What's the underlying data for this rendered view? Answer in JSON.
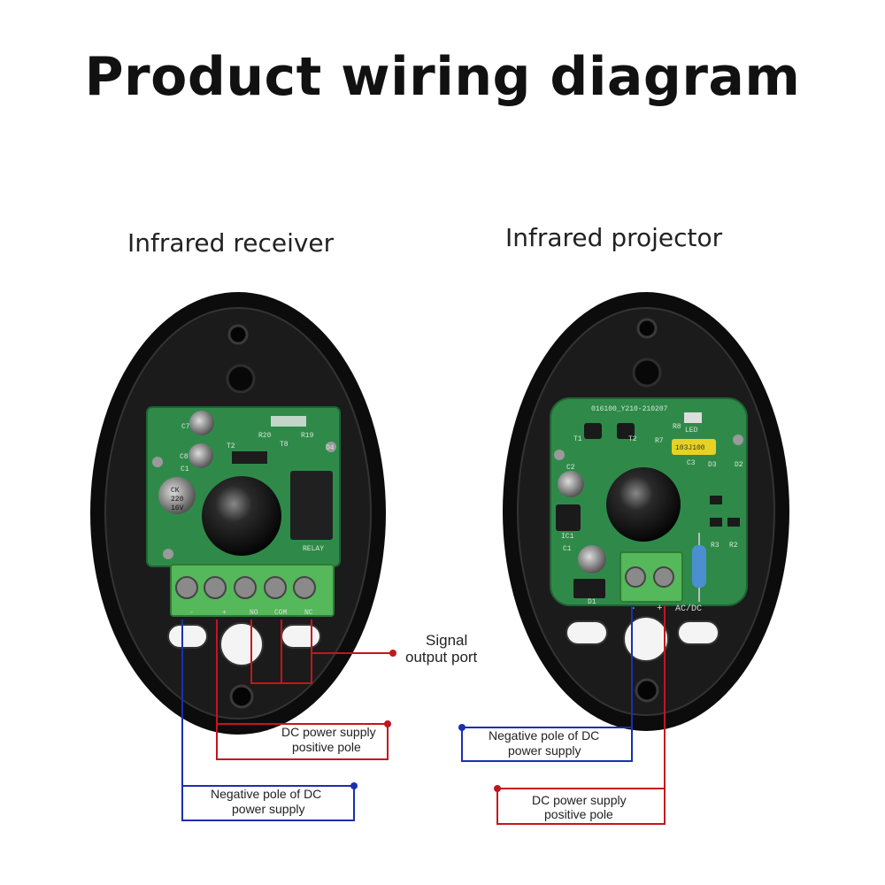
{
  "title": "Product wiring diagram",
  "receiver": {
    "label": "Infrared receiver",
    "pcb_marks": [
      "C7",
      "C8",
      "C1",
      "CK",
      "220",
      "16V",
      "R20",
      "R19",
      "D4",
      "RELAY",
      "T2",
      "T8"
    ],
    "terminal_marks": [
      "-",
      "+",
      "NO",
      "COM",
      "NC"
    ]
  },
  "projector": {
    "label": "Infrared projector",
    "pcb_marks": [
      "016100_Y210-210207",
      "R8",
      "LED",
      "T1",
      "T2",
      "R7",
      "C3",
      "D3",
      "D2",
      "C2",
      "IC1",
      "C1",
      "R3",
      "R2",
      "D1"
    ],
    "terminal_marks": [
      "-",
      "+",
      "AC/DC"
    ],
    "chip_label": "103J100"
  },
  "annotations": {
    "signal_output": [
      "Signal",
      "output port"
    ],
    "rx_positive": [
      "DC power supply",
      "positive pole"
    ],
    "rx_negative": [
      "Negative pole of DC",
      "power supply"
    ],
    "tx_negative": [
      "Negative pole of DC",
      "power supply"
    ],
    "tx_positive": [
      "DC power supply",
      "positive pole"
    ]
  },
  "colors": {
    "positive_wire": "#c4151c",
    "negative_wire": "#1c2fb0",
    "signal_wire": "#c4151c",
    "pcb": "#2f8a4a",
    "terminal": "#55b85a",
    "housing": "#111111"
  }
}
